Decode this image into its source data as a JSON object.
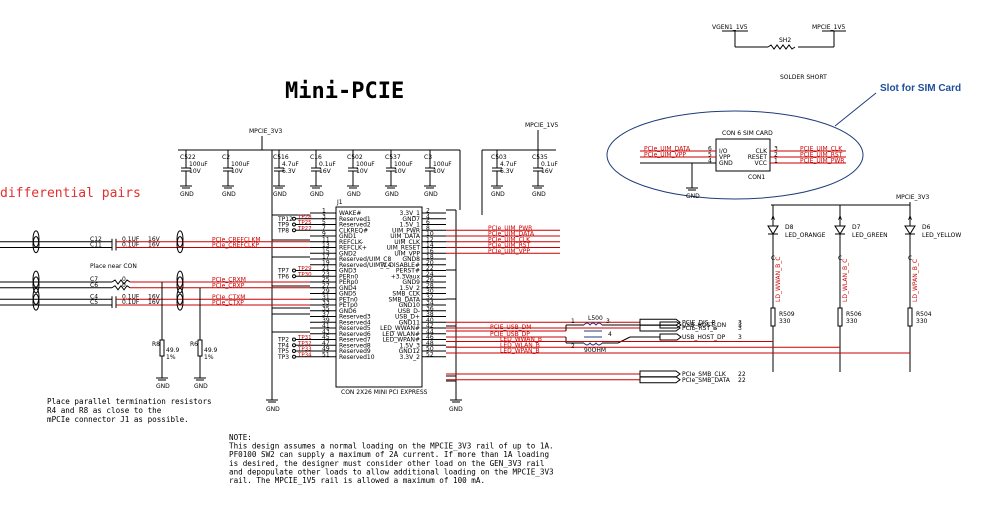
{
  "title": "Mini-PCIE",
  "diff_label": "differential pairs",
  "sim_callout": "Slot for SIM Card",
  "top_rails": {
    "left": "VGEN1_1V5",
    "right": "MPCIE_1V5",
    "jumper": "SH2",
    "jumper_note": "SOLDER SHORT"
  },
  "rails": {
    "mp3v3_left": "MPCIE_3V3",
    "mp1v5": "MPCIE_1V5",
    "mp3v3_right": "MPCIE_3V3"
  },
  "caps_3v3": [
    {
      "ref": "C522",
      "val": "100uF",
      "v": "10V"
    },
    {
      "ref": "C2",
      "val": "100uF",
      "v": "10V"
    },
    {
      "ref": "C516",
      "val": "4.7uF",
      "v": "6.3V"
    },
    {
      "ref": "C16",
      "val": "0.1uF",
      "v": "16V"
    },
    {
      "ref": "C502",
      "val": "100uF",
      "v": "10V"
    },
    {
      "ref": "C537",
      "val": "100uF",
      "v": "10V"
    },
    {
      "ref": "C3",
      "val": "100uF",
      "v": "10V"
    }
  ],
  "caps_1v5": [
    {
      "ref": "C503",
      "val": "4.7uF",
      "v": "6.3V"
    },
    {
      "ref": "C535",
      "val": "0.1uF",
      "v": "16V"
    }
  ],
  "gnd": "GND",
  "connector": {
    "ref": "J1",
    "name": "CON 2X26 MINI PCI EXPRESS",
    "left_pins": [
      {
        "n": "1",
        "name": "WAKE#"
      },
      {
        "n": "3",
        "name": "Reserved1"
      },
      {
        "n": "5",
        "name": "Reserved2"
      },
      {
        "n": "7",
        "name": "CLKREQ#"
      },
      {
        "n": "9",
        "name": "GND1"
      },
      {
        "n": "11",
        "name": "REFCLK-"
      },
      {
        "n": "13",
        "name": "REFCLK+"
      },
      {
        "n": "15",
        "name": "GND2"
      },
      {
        "n": "17",
        "name": "Reserved/UIM_C8"
      },
      {
        "n": "19",
        "name": "Reserved/UIM_C4"
      },
      {
        "n": "21",
        "name": "GND3"
      },
      {
        "n": "23",
        "name": "PERn0"
      },
      {
        "n": "25",
        "name": "PERp0"
      },
      {
        "n": "27",
        "name": "GND4"
      },
      {
        "n": "29",
        "name": "GND5"
      },
      {
        "n": "31",
        "name": "PETn0"
      },
      {
        "n": "33",
        "name": "PETp0"
      },
      {
        "n": "35",
        "name": "GND6"
      },
      {
        "n": "37",
        "name": "Reserved3"
      },
      {
        "n": "39",
        "name": "Reserved4"
      },
      {
        "n": "41",
        "name": "Reserved5"
      },
      {
        "n": "43",
        "name": "Reserved6"
      },
      {
        "n": "45",
        "name": "Reserved7"
      },
      {
        "n": "47",
        "name": "Reserved8"
      },
      {
        "n": "49",
        "name": "Reserved9"
      },
      {
        "n": "51",
        "name": "Reserved10"
      }
    ],
    "right_pins": [
      {
        "n": "2",
        "name": "3.3V_1"
      },
      {
        "n": "4",
        "name": "GND7"
      },
      {
        "n": "6",
        "name": "1.5V_1"
      },
      {
        "n": "8",
        "name": "UIM_PWR"
      },
      {
        "n": "10",
        "name": "UIM_DATA"
      },
      {
        "n": "12",
        "name": "UIM_CLK"
      },
      {
        "n": "14",
        "name": "UIM_RESET"
      },
      {
        "n": "16",
        "name": "UIM_VPP"
      },
      {
        "n": "18",
        "name": "GND8"
      },
      {
        "n": "20",
        "name": "W_DISABLE#"
      },
      {
        "n": "22",
        "name": "PERST#"
      },
      {
        "n": "24",
        "name": "+3.3Vaux"
      },
      {
        "n": "26",
        "name": "GND9"
      },
      {
        "n": "28",
        "name": "1.5V_2"
      },
      {
        "n": "30",
        "name": "SMB_CLK"
      },
      {
        "n": "32",
        "name": "SMB_DATA"
      },
      {
        "n": "34",
        "name": "GND10"
      },
      {
        "n": "36",
        "name": "USB_D-"
      },
      {
        "n": "38",
        "name": "USB_D+"
      },
      {
        "n": "40",
        "name": "GND11"
      },
      {
        "n": "42",
        "name": "LED_WWAN#"
      },
      {
        "n": "44",
        "name": "LED_WLAN#"
      },
      {
        "n": "46",
        "name": "LED_WPAN#"
      },
      {
        "n": "48",
        "name": "1.5V_3"
      },
      {
        "n": "50",
        "name": "GND12"
      },
      {
        "n": "52",
        "name": "3.3V_2"
      }
    ]
  },
  "testpoints_top": [
    "TP12",
    "TP9",
    "TP8"
  ],
  "testpoints_top_nets": [
    "TP28",
    "TP25",
    "TP27"
  ],
  "testpoints_mid": [
    "TP7",
    "TP6"
  ],
  "testpoints_mid_nets": [
    "TP29",
    "TP30"
  ],
  "testpoints_bot": [
    "TP2",
    "TP4",
    "TP5",
    "TP3"
  ],
  "testpoints_bot_nets": [
    "TP31",
    "TP32",
    "TP33",
    "TP34"
  ],
  "uim_nets": [
    "PCIe_UIM_PWR",
    "PCIe_UIM_DATA",
    "PCIe_UIM_CLK",
    "PCIe_UIM_RST",
    "PCIe_UIM_VPP"
  ],
  "clk_nets": [
    "PCIe_CREFCLKM",
    "PCIe_CREFCLKP"
  ],
  "rx_nets": [
    "PCIe_CRXM",
    "PCIe_CRXP"
  ],
  "tx_nets": [
    "PCIe_CTXM",
    "PCIe_CTXP"
  ],
  "series_caps": [
    {
      "ref": "C12",
      "val": "0.1UF",
      "v": "16V"
    },
    {
      "ref": "C11",
      "val": "0.1UF",
      "v": "16V"
    },
    {
      "ref": "C7",
      "val": "0",
      "v": ""
    },
    {
      "ref": "C6",
      "val": "0",
      "v": ""
    },
    {
      "ref": "C4",
      "val": "0.1UF",
      "v": "16V"
    },
    {
      "ref": "C5",
      "val": "0.1UF",
      "v": "16V"
    }
  ],
  "place_near": "Place near CON",
  "term_res": [
    {
      "ref": "R8",
      "val": "49.9",
      "tol": "1%"
    },
    {
      "ref": "R6",
      "val": "49.9",
      "tol": "1%"
    }
  ],
  "term_note": [
    "Place parallel termination resistors",
    "R4 and R8 as close to the",
    "mPCIe connector J1 as possible."
  ],
  "dis_rst": [
    {
      "net": "PCIE_DIS_B",
      "page": "3"
    },
    {
      "net": "PCIE_RST_B",
      "page": "3"
    }
  ],
  "smb": [
    {
      "net": "PCIe_SMB_CLK",
      "page": "22"
    },
    {
      "net": "PCIe_SMB_DATA",
      "page": "22"
    }
  ],
  "usb": {
    "dm": "PCIE_USB_DM",
    "dp": "PCIE_USB_DP",
    "host_dn": "USB_HOST_DN",
    "host_dp": "USB_HOST_DP",
    "page": "3",
    "choke": "L500",
    "choke_val": "90OHM",
    "pins": [
      "1",
      "2",
      "3",
      "4"
    ]
  },
  "led_nets": [
    "LED_WWAN_B",
    "LED_WLAN_B",
    "LED_WPAN_B"
  ],
  "leds": [
    {
      "ref": "D8",
      "name": "LED_ORANGE",
      "net": "LD_WWAN_B_C",
      "res": "R509",
      "rv": "330"
    },
    {
      "ref": "D7",
      "name": "LED_GREEN",
      "net": "LD_WLAN_B_C",
      "res": "R506",
      "rv": "330"
    },
    {
      "ref": "D6",
      "name": "LED_YELLOW",
      "net": "LD_WPAN_B_C",
      "res": "R504",
      "rv": "330"
    }
  ],
  "sim": {
    "title": "CON 6 SIM CARD",
    "ref": "CON1",
    "left_pins": [
      {
        "n": "6",
        "name": "I/O",
        "net": "PCIe_UIM_DATA"
      },
      {
        "n": "5",
        "name": "VPP",
        "net": "PCIe_UIM_VPP"
      },
      {
        "n": "4",
        "name": "GND",
        "net": ""
      }
    ],
    "right_pins": [
      {
        "n": "3",
        "name": "CLK",
        "net": "PCIE_UIM_CLK"
      },
      {
        "n": "2",
        "name": "RESET",
        "net": "PCIE_UIM_RST"
      },
      {
        "n": "1",
        "name": "VCC",
        "net": "PCIE_UIM_PWR"
      }
    ]
  },
  "note": [
    "NOTE:",
    "This design assumes a normal loading on the MPCIE_3V3 rail of up to 1A.",
    "PF0100 SW2 can supply a maximum of 2A current. If more than 1A loading",
    "is desired, the designer must consider other load on the GEN_3V3 rail",
    "and depopulate other loads to allow additional loading on the MPCIE_3V3",
    "rail. The MPCIE_1V5 rail is allowed a maximum of 100 mA."
  ]
}
